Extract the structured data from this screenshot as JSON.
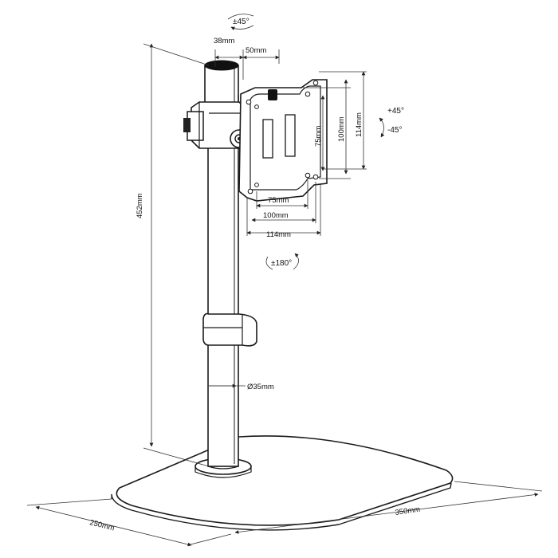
{
  "labels": {
    "tilt_top": "±45°",
    "depth_38": "38mm",
    "offset_50": "50mm",
    "tilt_plus": "+45°",
    "tilt_minus": "-45°",
    "vesa_v75": "75mm",
    "vesa_v100": "100mm",
    "vesa_v114": "114mm",
    "vesa_h75": "75mm",
    "vesa_h100": "100mm",
    "vesa_h114": "114mm",
    "rotate": "±180°",
    "height": "452mm",
    "pole_diameter": "Ø35mm",
    "base_depth": "250mm",
    "base_width": "350mm"
  }
}
